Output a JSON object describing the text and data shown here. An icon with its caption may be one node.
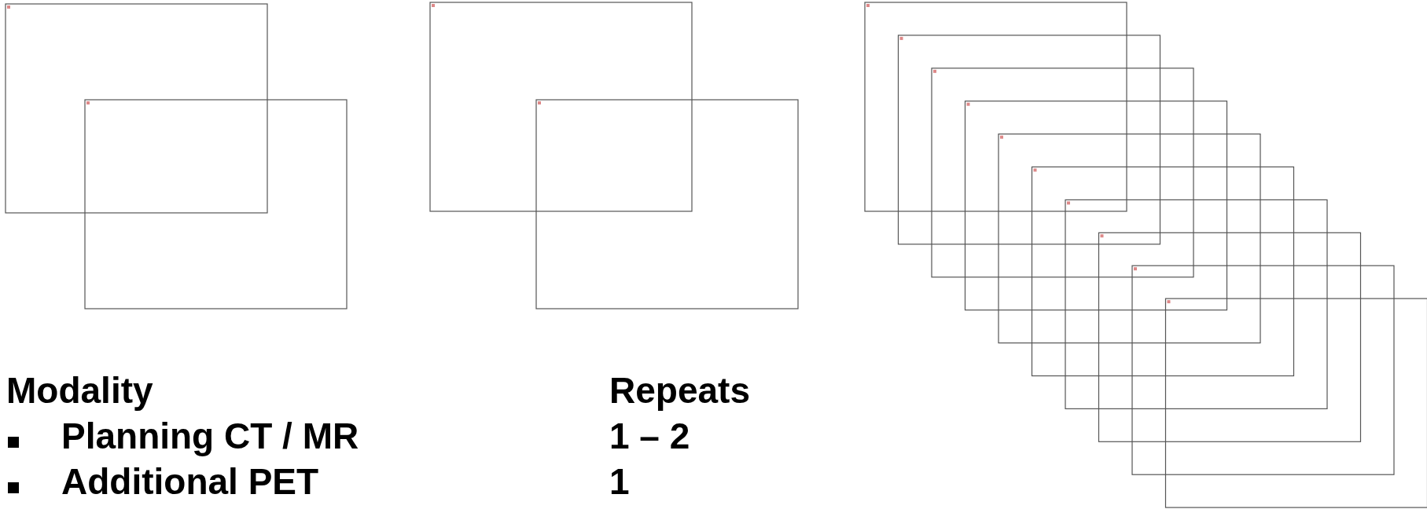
{
  "diagram": {
    "labels": [
      "Modality",
      "Repeats",
      "Planning CT / MR",
      "1 – 2",
      "Additional PET",
      "1"
    ]
  }
}
